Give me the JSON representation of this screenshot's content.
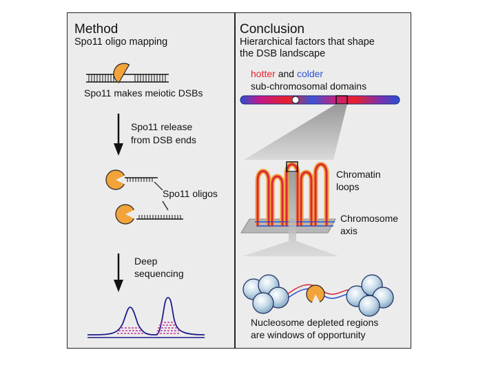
{
  "method": {
    "title": "Method",
    "subtitle": "Spo11 oligo mapping",
    "step1": "Spo11 makes meiotic DSBs",
    "step2_line1": "Spo11 release",
    "step2_line2": "from DSB ends",
    "oligos_label": "Spo11 oligos",
    "step3_line1": "Deep",
    "step3_line2": "sequencing"
  },
  "conclusion": {
    "title": "Conclusion",
    "subtitle_line1": "Hierarchical factors that shape",
    "subtitle_line2": "the DSB landscape",
    "hotter": "hotter",
    "and": " and ",
    "colder": "colder",
    "domains": "sub-chromosomal domains",
    "loops_line1": "Chromatin",
    "loops_line2": "loops",
    "axis_line1": "Chromosome",
    "axis_line2": "axis",
    "ndr_line1": "Nucleosome depleted regions",
    "ndr_line2": "are windows of opportunity"
  },
  "colors": {
    "hot": "#e8202a",
    "cold": "#2a4fd0",
    "spo11": "#f2a33a",
    "peak_line": "#1a1a8a",
    "reads": "#c0309a"
  },
  "icons": [
    "spo11-protein-icon",
    "arrow-down-icon",
    "nucleosome-icon",
    "centromere-icon"
  ]
}
